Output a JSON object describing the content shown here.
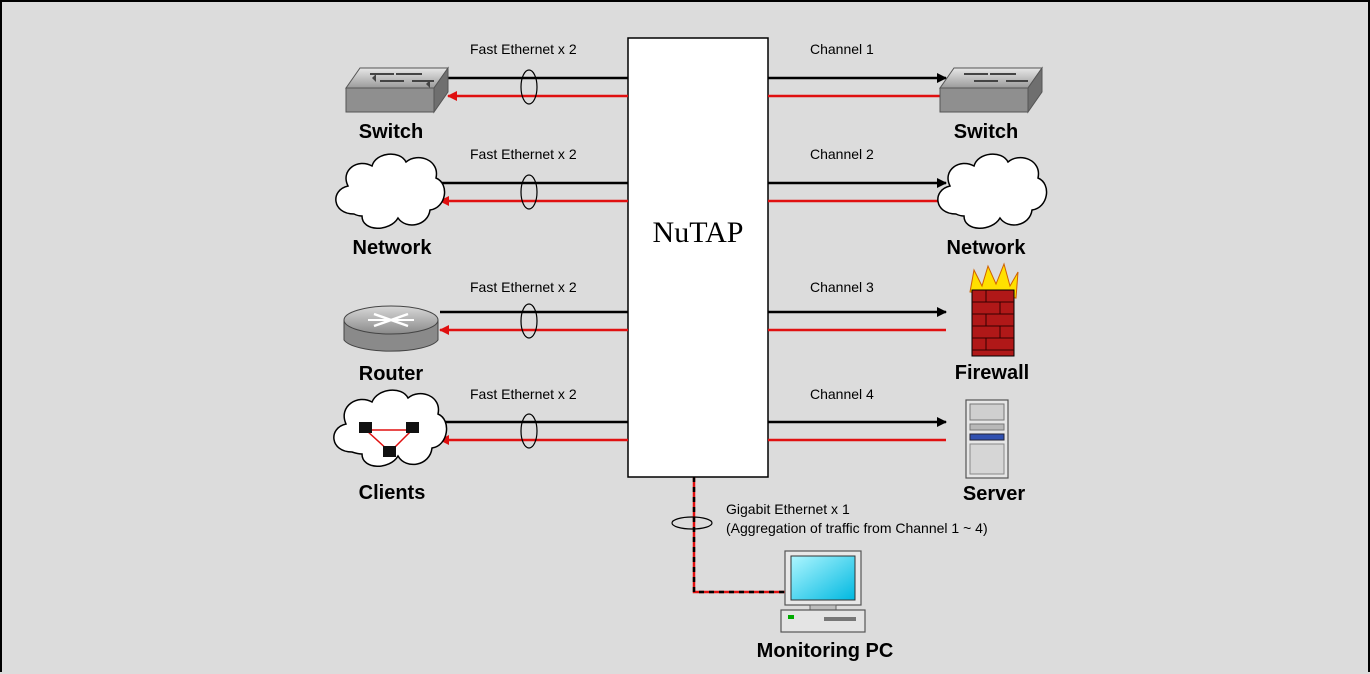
{
  "tap": {
    "label": "NuTAP"
  },
  "links": [
    {
      "left": "Fast Ethernet x 2",
      "channel": "Channel 1"
    },
    {
      "left": "Fast Ethernet x 2",
      "channel": "Channel 2"
    },
    {
      "left": "Fast Ethernet x 2",
      "channel": "Channel 3"
    },
    {
      "left": "Fast Ethernet x 2",
      "channel": "Channel 4"
    }
  ],
  "left_devices": [
    "Switch",
    "Network",
    "Router",
    "Clients"
  ],
  "right_devices": [
    "Switch",
    "Network",
    "Firewall",
    "Server"
  ],
  "monitor": {
    "line1": "Gigabit Ethernet x 1",
    "line2": "(Aggregation of traffic from Channel 1 ~ 4)",
    "label": "Monitoring PC"
  },
  "colors": {
    "tx": "#000000",
    "rx": "#e01010",
    "background": "#dcdcdc"
  }
}
